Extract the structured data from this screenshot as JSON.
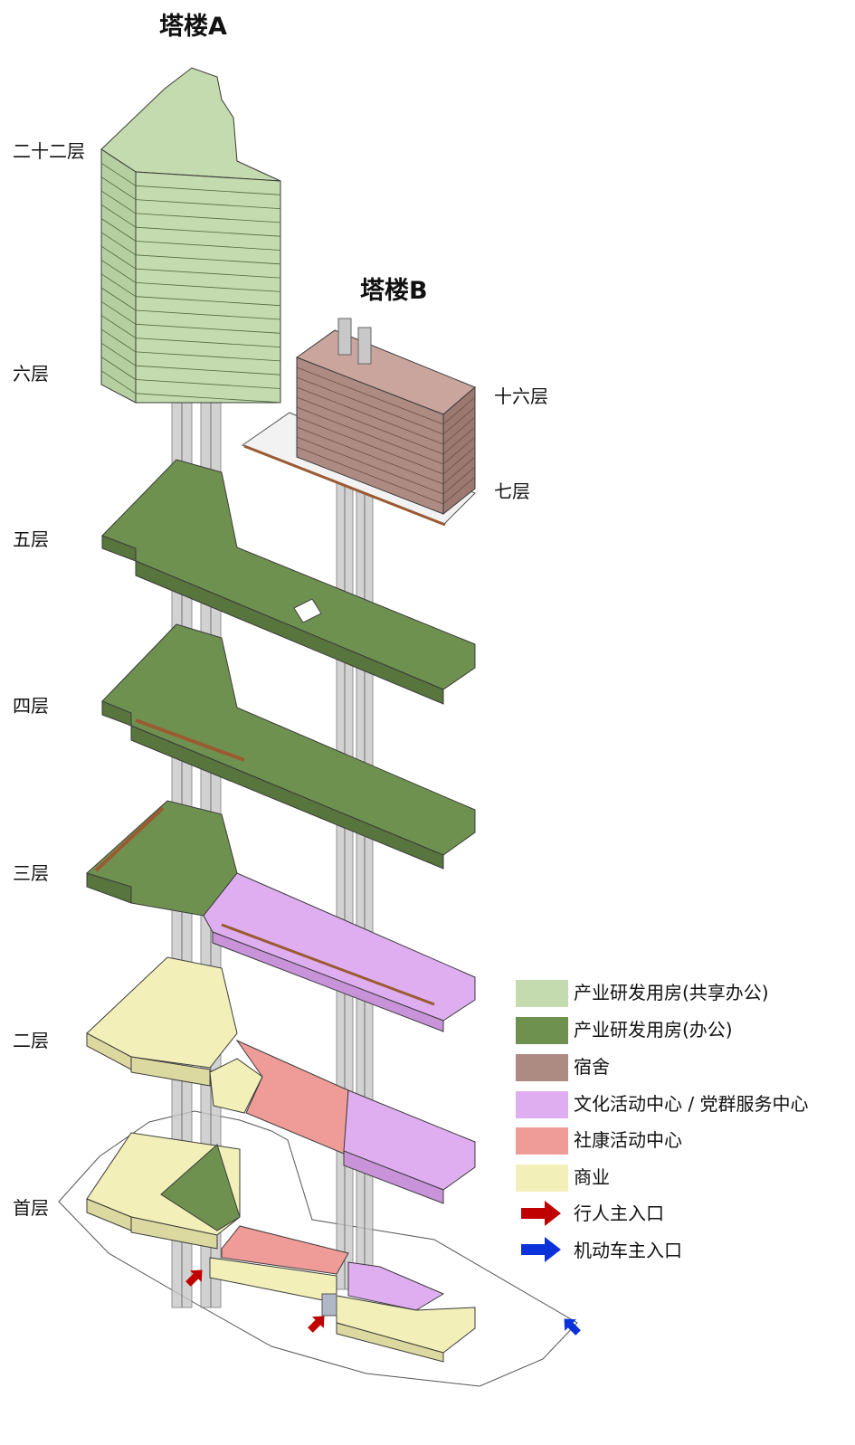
{
  "towers": {
    "a_label": "塔楼A",
    "b_label": "塔楼B"
  },
  "floors_left": {
    "f22": "二十二层",
    "f6": "六层",
    "f5": "五层",
    "f4": "四层",
    "f3": "三层",
    "f2": "二层",
    "f1": "首层"
  },
  "floors_right": {
    "f16": "十六层",
    "f7": "七层"
  },
  "colors": {
    "shared_office": "#c3dbae",
    "office": "#6f9150",
    "dormitory": "#ad8a82",
    "culture": "#dfaef0",
    "community": "#ef9c98",
    "commerce": "#f2f0b8",
    "pedestrian_arrow": "#c00000",
    "vehicle_arrow": "#0a32d8",
    "accent_brown": "#9a5a32"
  },
  "legend": [
    {
      "label": "产业研发用房(共享办公)",
      "color_key": "shared_office"
    },
    {
      "label": "产业研发用房(办公)",
      "color_key": "office"
    },
    {
      "label": "宿舍",
      "color_key": "dormitory"
    },
    {
      "label": "文化活动中心 / 党群服务中心",
      "color_key": "culture"
    },
    {
      "label": "社康活动中心",
      "color_key": "community"
    },
    {
      "label": "商业",
      "color_key": "commerce"
    },
    {
      "label": "行人主入口",
      "color_key": "pedestrian_arrow",
      "icon": "red-arrow-icon"
    },
    {
      "label": "机动车主入口",
      "color_key": "vehicle_arrow",
      "icon": "blue-arrow-icon"
    }
  ]
}
